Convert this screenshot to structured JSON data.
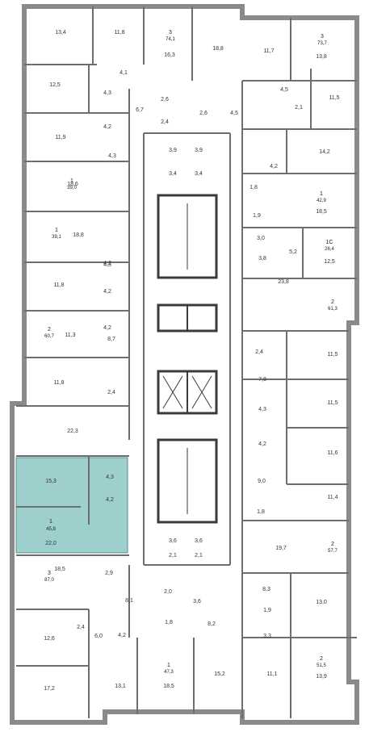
{
  "colors": {
    "wall": "#6e6e6e",
    "outer_wall": "#8a8a8a",
    "line": "#9a9a9a",
    "highlight": "#9dcfcc",
    "highlight_stroke": "#5e8e8b",
    "text": "#333333",
    "core": "#3a3a3a"
  },
  "highlighted_unit": {
    "rooms_count": "1",
    "total_area": "45,8",
    "room_areas": [
      "15,3",
      "4,3",
      "4,2",
      "22,0"
    ]
  },
  "units": [
    {
      "id": "u-top-3",
      "rooms": "3",
      "area": "74,1"
    },
    {
      "id": "u-top-right-3",
      "rooms": "3",
      "area": "73,7"
    },
    {
      "id": "u-left-1a",
      "rooms": "1",
      "area": "39,0"
    },
    {
      "id": "u-right-1",
      "rooms": "1",
      "area": "42,9"
    },
    {
      "id": "u-left-1b",
      "rooms": "1",
      "area": "39,1"
    },
    {
      "id": "u-right-1c",
      "rooms": "1С",
      "area": "26,4"
    },
    {
      "id": "u-left-2",
      "rooms": "2",
      "area": "60,7"
    },
    {
      "id": "u-right-2a",
      "rooms": "2",
      "area": "61,3"
    },
    {
      "id": "u-right-2b",
      "rooms": "2",
      "area": "57,7"
    },
    {
      "id": "u-left-3",
      "rooms": "3",
      "area": "87,0"
    },
    {
      "id": "u-bottom-1",
      "rooms": "1",
      "area": "47,3"
    },
    {
      "id": "u-bottom-right-2",
      "rooms": "2",
      "area": "51,5"
    }
  ],
  "room_labels": [
    "13,4",
    "11,8",
    "16,3",
    "18,8",
    "11,7",
    "13,8",
    "12,5",
    "4,1",
    "6,7",
    "2,6",
    "2,4",
    "2,6",
    "4,5",
    "4,5",
    "2,1",
    "11,5",
    "4,3",
    "4,2",
    "11,9",
    "4,3",
    "4,2",
    "14,2",
    "3,9",
    "3,9",
    "3,4",
    "3,4",
    "4,2",
    "18,6",
    "1,8",
    "18,5",
    "18,8",
    "1,9",
    "3,0",
    "3,8",
    "5,2",
    "12,5",
    "4,3",
    "11,8",
    "4,2",
    "23,8",
    "4,2",
    "11,3",
    "2,4",
    "11,5",
    "8,7",
    "7,8",
    "11,8",
    "2,4",
    "11,5",
    "22,3",
    "4,3",
    "4,2",
    "11,6",
    "9,0",
    "11,4",
    "1,8",
    "19,7",
    "3,6",
    "3,6",
    "2,1",
    "2,1",
    "18,5",
    "2,9",
    "8,1",
    "2,0",
    "3,6",
    "8,3",
    "13,0",
    "1,8",
    "8,2",
    "1,9",
    "12,6",
    "2,4",
    "6,0",
    "4,2",
    "3,3",
    "17,2",
    "13,1",
    "18,5",
    "15,2",
    "11,1",
    "13,9"
  ]
}
